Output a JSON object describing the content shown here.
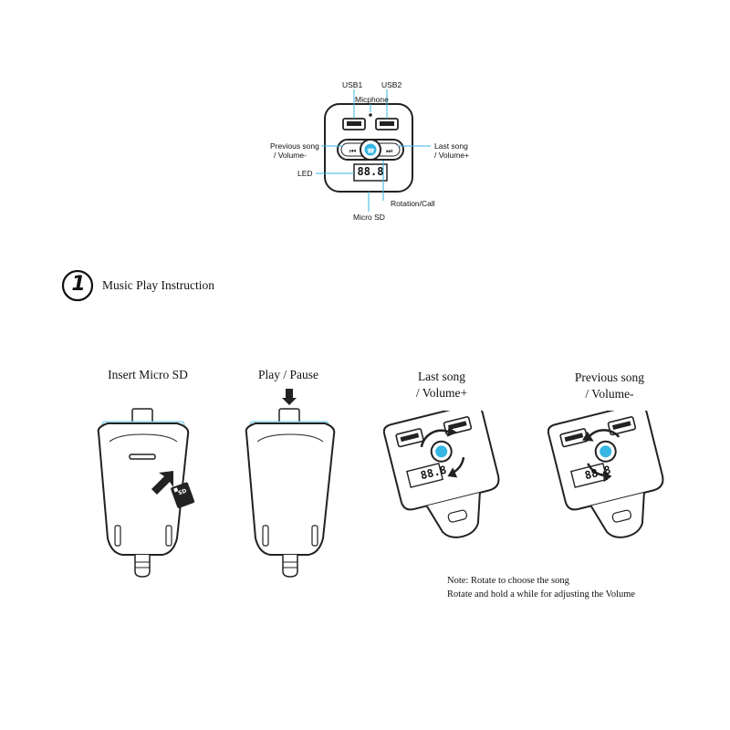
{
  "top_diagram": {
    "labels": {
      "usb1": "USB1",
      "usb2": "USB2",
      "micphone": "Micphone",
      "previous_song_line1": "Previous song",
      "previous_song_line2": "/ Volume-",
      "last_song_line1": "Last song",
      "last_song_line2": "/ Volume+",
      "led": "LED",
      "rotation_call": "Rotation/Call",
      "micro_sd": "Micro SD"
    },
    "display_text": "88.8",
    "accent_color": "#35b6e3"
  },
  "section": {
    "number": "1",
    "title": "Music Play Instruction"
  },
  "steps": [
    {
      "caption_line1": "Insert Micro SD",
      "caption_line2": "",
      "card_text": "SD"
    },
    {
      "caption_line1": "Play / Pause",
      "caption_line2": ""
    },
    {
      "caption_line1": "Last song",
      "caption_line2": "/ Volume+",
      "display_text": "88.8"
    },
    {
      "caption_line1": "Previous song",
      "caption_line2": "/ Volume-",
      "display_text": "88.8"
    }
  ],
  "note": {
    "line1": "Note: Rotate to choose the song",
    "line2": "Rotate and hold a while for adjusting the Volume"
  }
}
